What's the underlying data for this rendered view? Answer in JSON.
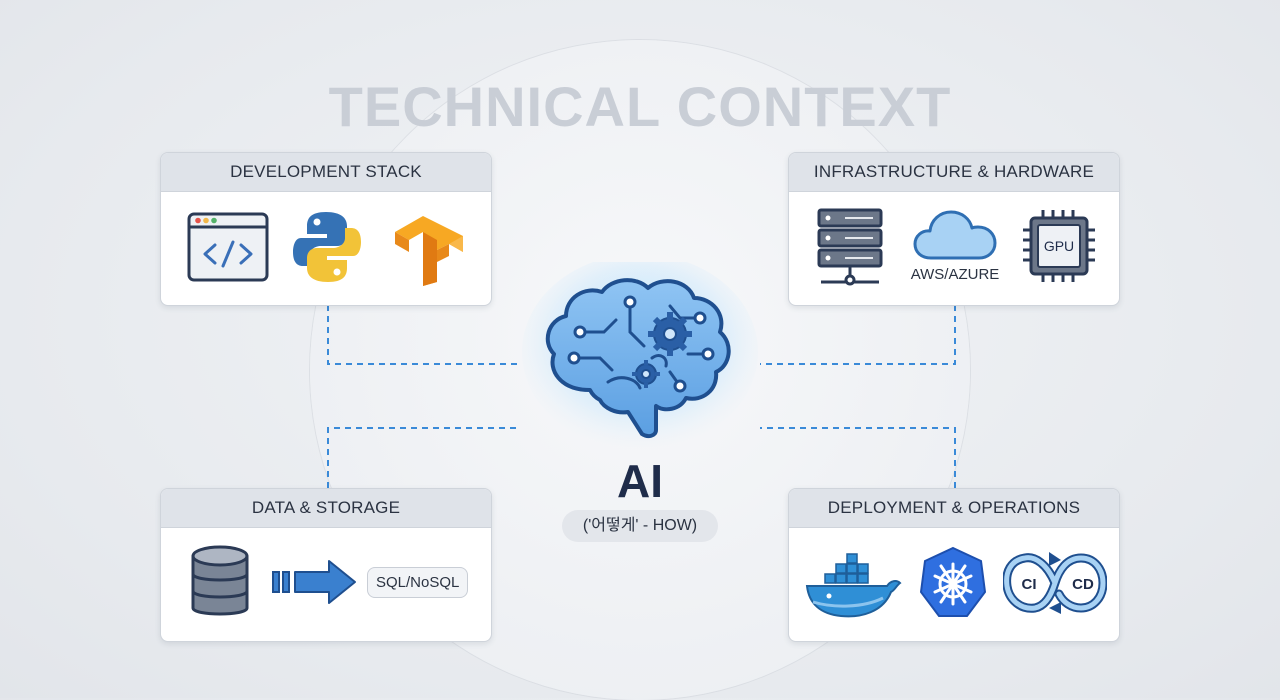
{
  "title": "TECHNICAL CONTEXT",
  "center": {
    "label": "AI",
    "sublabel": "('어떻게' - HOW)",
    "icon": "brain-circuit-icon"
  },
  "cards": {
    "development": {
      "title": "DEVELOPMENT STACK",
      "icons": [
        "code-window-icon",
        "python-icon",
        "tensorflow-icon"
      ]
    },
    "infrastructure": {
      "title": "INFRASTRUCTURE & HARDWARE",
      "icons": [
        "server-icon",
        "cloud-icon",
        "gpu-chip-icon"
      ],
      "cloud_label": "AWS/AZURE",
      "gpu_label": "GPU"
    },
    "data": {
      "title": "DATA & STORAGE",
      "icons": [
        "database-icon",
        "arrow-right-icon"
      ],
      "db_label": "SQL/NoSQL"
    },
    "deployment": {
      "title": "DEPLOYMENT & OPERATIONS",
      "icons": [
        "docker-icon",
        "kubernetes-icon",
        "ci-cd-icon"
      ],
      "ci_label": "CI",
      "cd_label": "CD"
    }
  },
  "colors": {
    "accent_blue": "#2f7fd1",
    "dashed_line": "#3a8ad8",
    "header_bg": "#dfe3e9"
  }
}
